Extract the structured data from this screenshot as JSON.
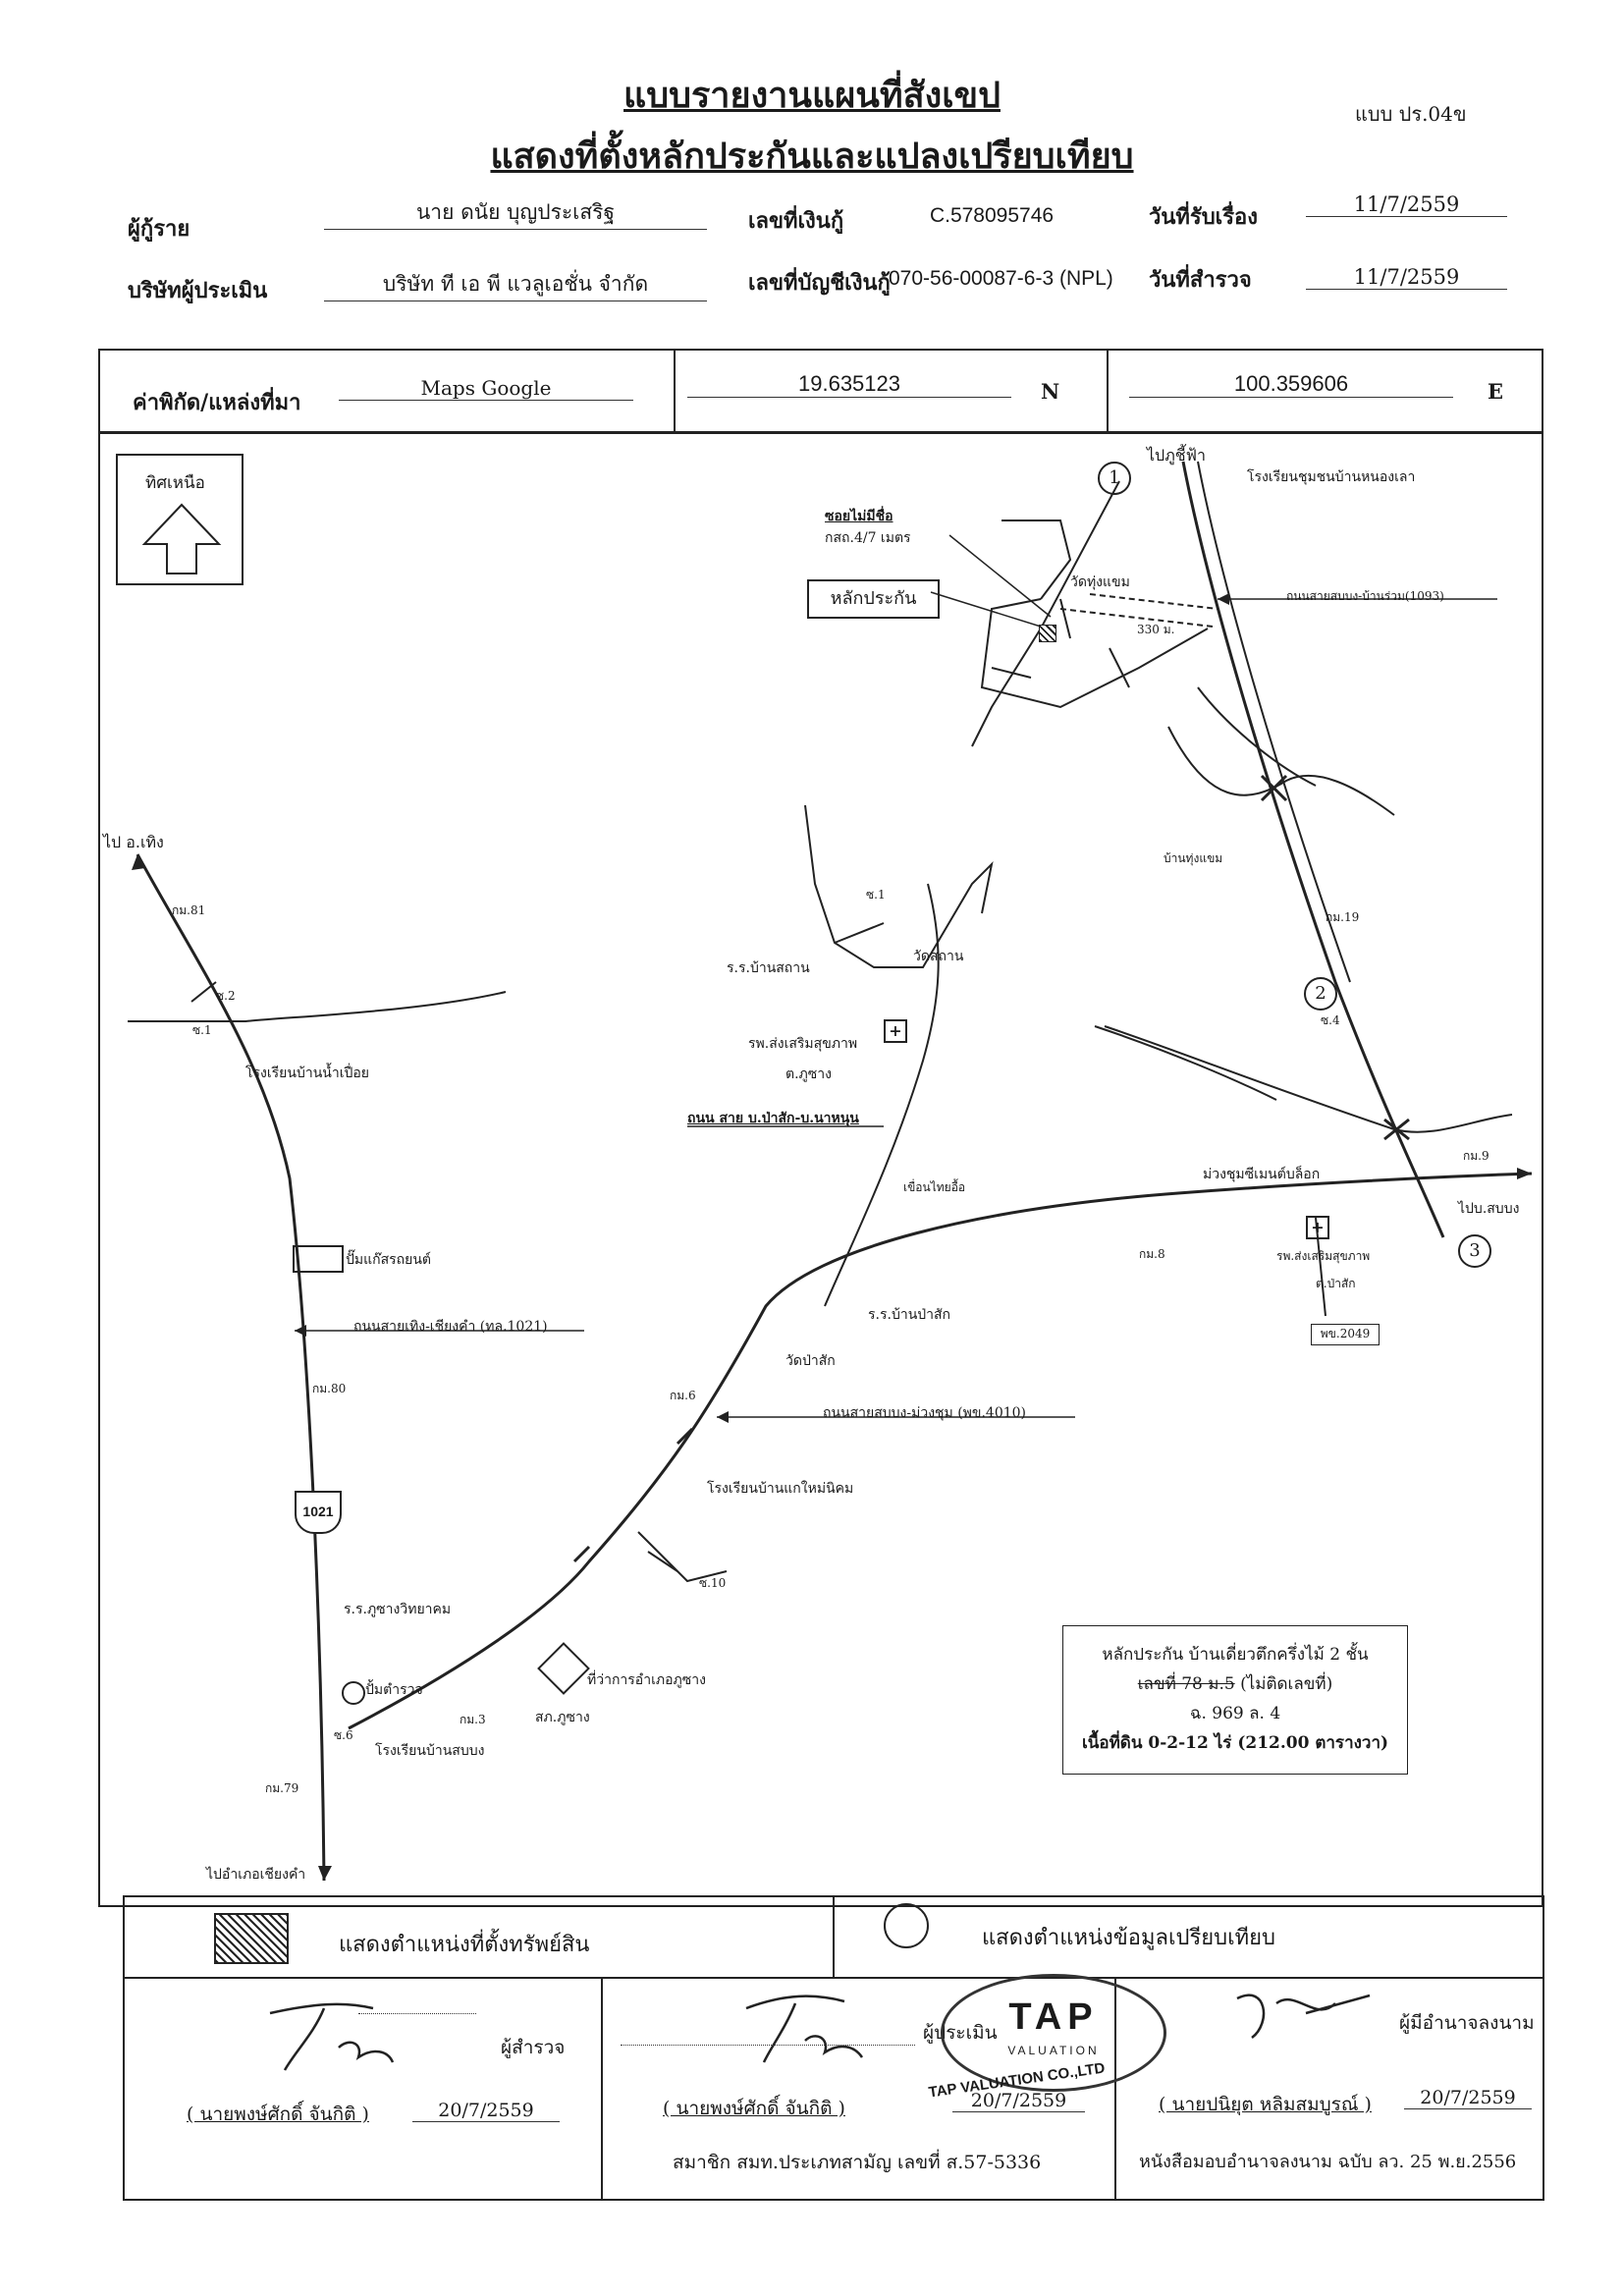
{
  "header": {
    "title_line1": "แบบรายงานแผนที่สังเขป",
    "title_line2": "แสดงที่ตั้งหลักประกันและแปลงเปรียบเทียบ",
    "form_no": "แบบ ปร.04ข"
  },
  "info": {
    "borrower_label": "ผู้กู้ราย",
    "borrower_value": "นาย ดนัย บุญประเสริฐ",
    "loan_no_label": "เลขที่เงินกู้",
    "loan_no_value": "C.578095746",
    "received_date_label": "วันที่รับเรื่อง",
    "received_date_value": "11/7/2559",
    "appraiser_label": "บริษัทผู้ประเมิน",
    "appraiser_value": "บริษัท ที เอ พี แวลูเอชั่น จำกัด",
    "account_no_label": "เลขที่บัญชีเงินกู้",
    "account_no_value": "070-56-00087-6-3 (NPL)",
    "survey_date_label": "วันที่สำรวจ",
    "survey_date_value": "11/7/2559"
  },
  "coords": {
    "label": "ค่าพิกัด/แหล่งที่มา",
    "source": "Maps Google",
    "lat": "19.635123",
    "lat_dir": "N",
    "lon": "100.359606",
    "lon_dir": "E"
  },
  "map": {
    "north_label": "ทิศเหนือ",
    "marker_1": "1",
    "marker_2": "2",
    "marker_3": "3",
    "to_phu_chi_fa": "ไปภูชี้ฟ้า",
    "school_nong_lao": "โรงเรียนชุมชนบ้านหนองเลา",
    "unnamed_soi": "ซอยไม่มีชื่อ",
    "soi_width": "กสถ.4/7 เมตร",
    "collateral_label": "หลักประกัน",
    "wat_thung_saeng": "วัดทุ่งแขม",
    "road_1093": "ถนนสายสบบง-บ้านร่วม(1093)",
    "distance_330": "330 ม.",
    "ban_thung_saeng": "บ้านทุ่งแขม",
    "km19": "กม.19",
    "to_thoeng": "ไป อ.เทิง",
    "km81": "กม.81",
    "soi2": "ซ.2",
    "soi1_left": "ซ.1",
    "school_nam_puea": "โรงเรียนบ้านน้ำเปื่อย",
    "soi1_mid": "ซ.1",
    "school_ban_sathan": "ร.ร.บ้านสถาน",
    "wat_sathan": "วัดสถาน",
    "hospital_phu_sang": "รพ.ส่งเสริมสุขภาพ",
    "tambon_phu_sang": "ต.ภูซาง",
    "road_pa_sak": "ถนน สาย บ.ป่าสัก-บ.นาหนุน",
    "dam_label": "เขื่อนไทยอื้อ",
    "soi4": "ซ.4",
    "muang_chum": "ม่วงชุมซีเมนต์บล็อก",
    "km9": "กม.9",
    "to_sop_bong": "ไปบ.สบบง",
    "km8": "กม.8",
    "hospital_pa_sak": "รพ.ส่งเสริมสุขภาพ",
    "tambon_pa_sak": "ต.ป่าสัก",
    "road_2049": "พข.2049",
    "gas_station": "ปั๊มแก๊สรถยนต์",
    "road_1021": "ถนนสายเทิง-เชียงคำ (ทล.1021)",
    "school_pa_sak": "ร.ร.บ้านป่าสัก",
    "wat_pa_sak": "วัดป่าสัก",
    "km80": "กม.80",
    "km6": "กม.6",
    "road_4010": "ถนนสายสบบง-ม่วงชุม (พข.4010)",
    "shield_1021": "1021",
    "school_mai_nikhom": "โรงเรียนบ้านแกใหม่นิคม",
    "soi10": "ซ.10",
    "school_phu_sang_witthayakhom": "ร.ร.ภูซางวิทยาคม",
    "district_office": "ที่ว่าการอำเภอภูซาง",
    "police_station": "ปั้มตำรวจ",
    "km3": "กม.3",
    "police_phu_sang": "สภ.ภูซาง",
    "soi_n": "ซ.6",
    "school_sop_bong": "โรงเรียนบ้านสบบง",
    "km79": "กม.79",
    "to_chiang_kham": "ไปอำเภอเชียงคำ"
  },
  "collateral_note": {
    "line1": "หลักประกัน บ้านเดี่ยวตึกครึ่งไม้ 2 ชั้น",
    "line2_strike": "เลขที่ 78 ม.5",
    "line2_rest": "(ไม่ติดเลขที่)",
    "line3": "ฉ. 969   ล. 4",
    "line4": "เนื้อที่ดิน 0-2-12 ไร่ (212.00 ตารางวา)"
  },
  "legend": {
    "property": "แสดงตำแหน่งที่ตั้งทรัพย์สิน",
    "comparison": "แสดงตำแหน่งข้อมูลเปรียบเทียบ"
  },
  "signatures": {
    "surveyor_role": "ผู้สำรวจ",
    "surveyor_name": "( นายพงษ์ศักดิ์ จันกิติ )",
    "surveyor_date": "20/7/2559",
    "appraiser_role": "ผู้ประเมิน",
    "appraiser_name": "( นายพงษ์ศักดิ์ จันกิติ )",
    "appraiser_date": "20/7/2559",
    "member_note": "สมาชิก สมท.ประเภทสามัญ เลขที่ ส.57-5336",
    "authorized_role": "ผู้มีอำนาจลงนาม",
    "authorized_name": "( นายปนิยุต หลิมสมบูรณ์ )",
    "authorized_date": "20/7/2559",
    "authorized_note": "หนังสือมอบอำนาจลงนาม ฉบับ ลว. 25 พ.ย.2556"
  },
  "stamp": {
    "tap": "TAP",
    "valuation": "VALUATION",
    "company": "TAP VALUATION CO.,LTD"
  }
}
